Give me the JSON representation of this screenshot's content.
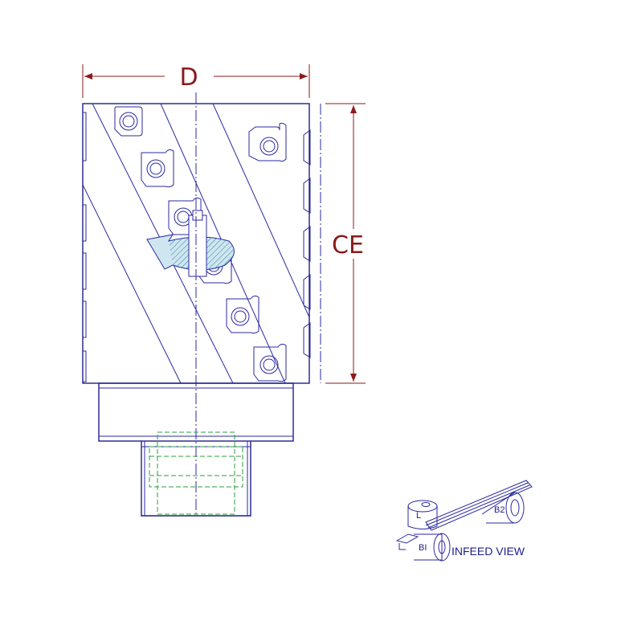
{
  "dimensions": {
    "diameter_label": "D",
    "cutting_edge_label": "CE"
  },
  "infeed": {
    "caption": "INFEED VIEW",
    "label_l": "L",
    "label_b1": "BI",
    "label_b2": "B2"
  },
  "colors": {
    "outline": "#2a2aa0",
    "dimension": "#8b1a1a",
    "hidden_line": "#2e9e3e",
    "rotation_arrow": "#3a8ec8"
  },
  "icons": [
    "rotation-direction-arrow-icon"
  ]
}
